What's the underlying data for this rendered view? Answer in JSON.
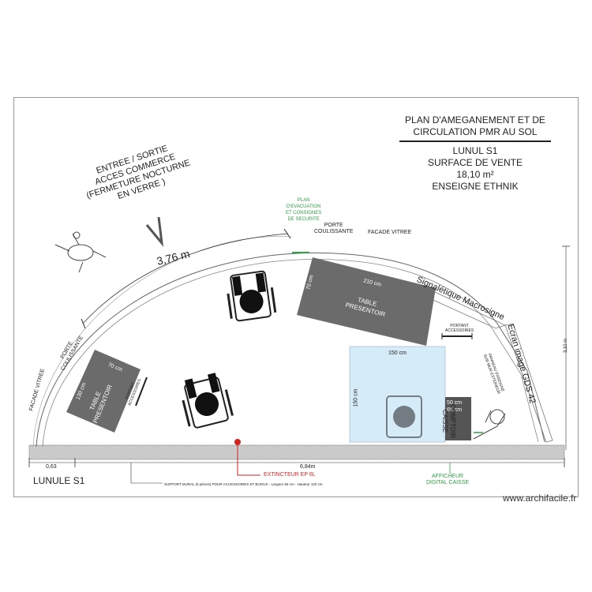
{
  "title": {
    "line1": "PLAN D'AMEGANEMENT ET DE",
    "line2": "CIRCULATION PMR AU SOL",
    "name": "LUNUL S1",
    "surface_label": "SURFACE DE VENTE",
    "surface": "18,10 m²",
    "brand": "ENSEIGNE ETHNIK"
  },
  "labels": {
    "entry1": "ENTREE / SORTIE",
    "entry2": "ACCES COMMERCE",
    "entry3": "(FERMETURE NOCTURNE",
    "entry4": "EN VERRE )",
    "arc_length": "3,76 m",
    "evac1": "PLAN",
    "evac2": "D'EVACUATION",
    "evac3": "ET CONSIGNES",
    "evac4": "DE SECURITE",
    "porte1a": "PORTE",
    "porte1b": "COULISSANTE",
    "facade_top": "FACADE VITREE",
    "table1_len": "210 cm",
    "table1_wid": "70 cm",
    "table1_a": "TABLE",
    "table1_b": "PRESENTOIR",
    "signage": "Signalétique Macrosigne",
    "ecran": "Ecran image GDS 42",
    "portant1a": "PORTANT",
    "portant1b": "ACCESSOIRES",
    "dim_height": "3,10 m",
    "zone_w": "150 cm",
    "zone_h": "150 cm",
    "comptoir_w": "50 cm",
    "comptoir_h": "65 cm",
    "comptoir_a": "COMPTOIR",
    "comptoir_b": "CAISSE",
    "panneau1": "PANNEAU ENSEIGNE",
    "panneau2": "SUR MUR EXTERIEUR",
    "facade_left": "FACADE VITREE",
    "porte2a": "PORTE",
    "porte2b": "COULISSANTE",
    "table2_len": "130 cm",
    "table2_wid": "70 cm",
    "table2_a": "TABLE",
    "table2_b": "PRESENTOIR",
    "portant2a": "PORTANT",
    "portant2b": "ACCESSOIRES",
    "dim_left": "0,63",
    "dim_bottom": "6,84m",
    "extincteur": "EXTINCTEUR EP 6L",
    "afficheur1": "AFFICHEUR",
    "afficheur2": "DIGITAL CAISSE",
    "support": "SUPPORT MURAL (5 pièces) POUR ACCESSOIRES ET BIJOUX - Largeur 65 cm - Hauteur 120 cm",
    "lunule": "LUNULE S1"
  },
  "watermark": "www.archifacile.fr",
  "colors": {
    "table": "#6b6b6b",
    "wall": "#cfcfcf",
    "zone": "#d6ebf8",
    "green": "#2ea043",
    "red": "#d22222"
  },
  "icons": [
    "wheelchair-icon",
    "person-icon",
    "extinguisher-icon"
  ]
}
